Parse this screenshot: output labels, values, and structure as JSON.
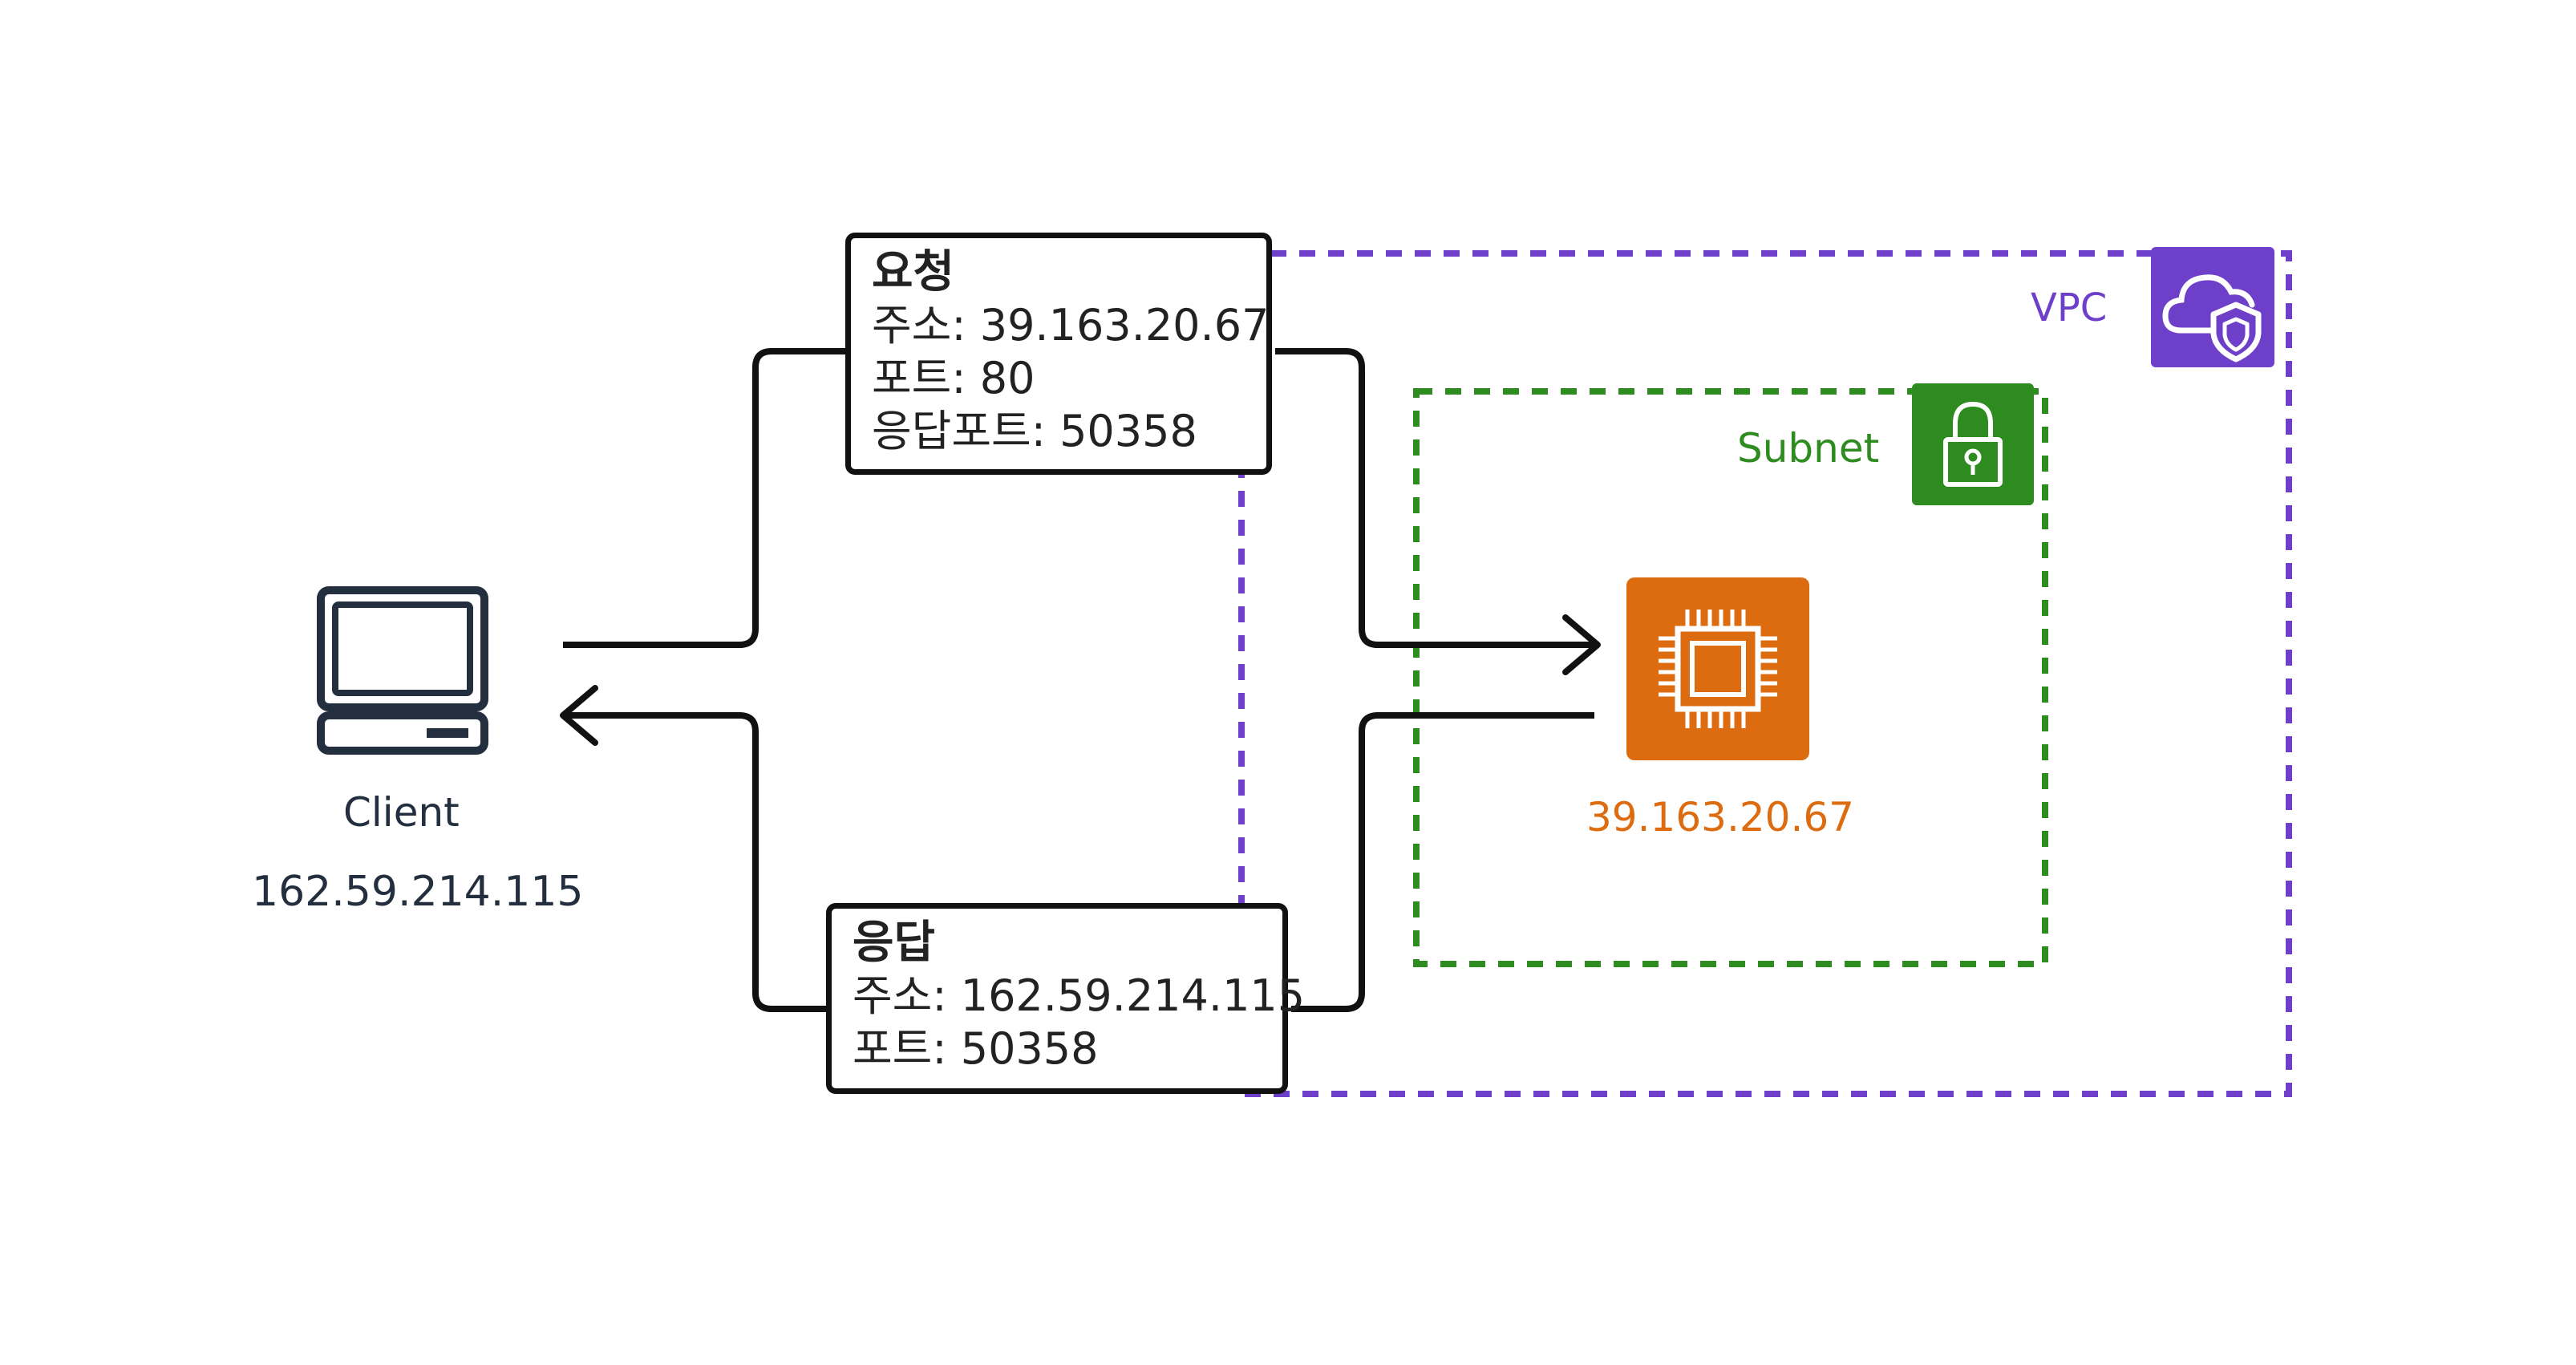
{
  "client": {
    "label": "Client",
    "ip": "162.59.214.115",
    "icon": "desktop-computer-icon"
  },
  "request": {
    "title": "요청",
    "lines": [
      "주소: 39.163.20.67",
      "포트: 80",
      "응답포트: 50358"
    ]
  },
  "response": {
    "title": "응답",
    "lines": [
      "주소: 162.59.214.115",
      "포트: 50358"
    ]
  },
  "vpc": {
    "label": "VPC",
    "icon": "cloud-shield-icon",
    "color": "#6e40c9"
  },
  "subnet": {
    "label": "Subnet",
    "icon": "padlock-icon",
    "color": "#2e8b1f"
  },
  "instance": {
    "ip": "39.163.20.67",
    "icon": "processor-chip-icon",
    "color": "#dd6b10"
  }
}
